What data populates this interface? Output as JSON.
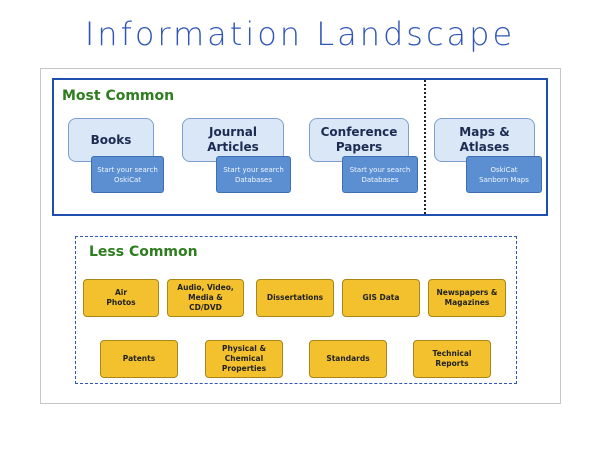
{
  "title": "Information Landscape",
  "most_common": {
    "label": "Most Common",
    "items": [
      {
        "label": "Books",
        "search": "Start your search\nOskiCat"
      },
      {
        "label": "Journal\nArticles",
        "search": "Start your search\nDatabases"
      },
      {
        "label": "Conference\nPapers",
        "search": "Start your search\nDatabases"
      },
      {
        "label": "Maps &\nAtlases",
        "search": "OskiCat\nSanborn Maps"
      }
    ]
  },
  "less_common": {
    "label": "Less Common",
    "items": [
      "Air\nPhotos",
      "Audio, Video,\nMedia &\nCD/DVD",
      "Dissertations",
      "GIS Data",
      "Newspapers &\nMagazines",
      "Patents",
      "Physical &\nChemical\nProperties",
      "Standards",
      "Technical\nReports"
    ]
  },
  "colors": {
    "title": "#2f55b8",
    "section_label": "#2e7d1f",
    "border_blue": "#1f4fae",
    "light_box": "#d9e7f7",
    "search_box": "#5b8fd2",
    "yellow_box": "#f3c12d"
  }
}
